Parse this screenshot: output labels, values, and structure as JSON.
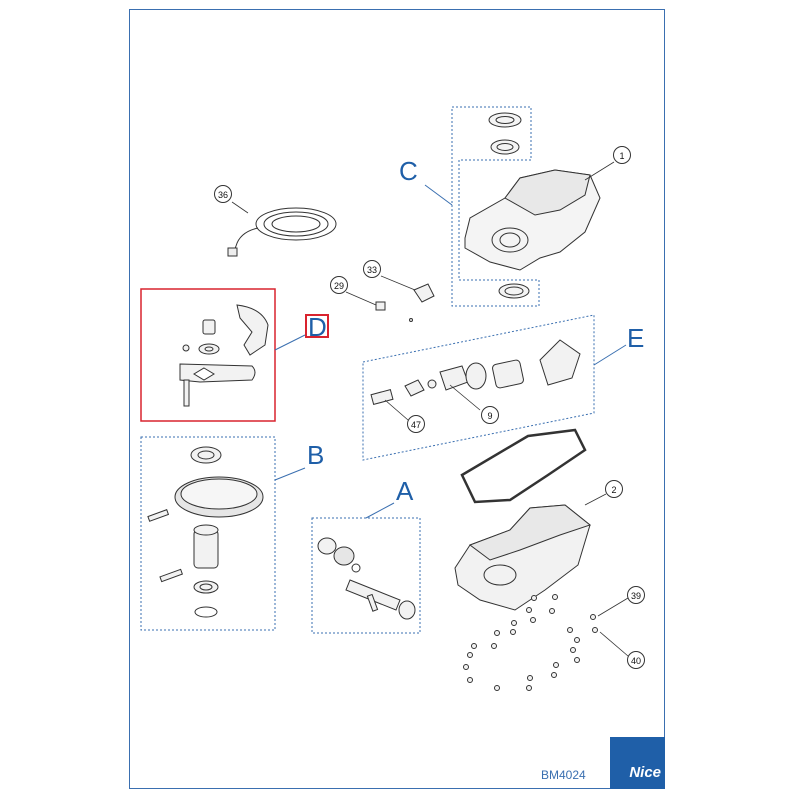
{
  "groups": {
    "A": "A",
    "B": "B",
    "C": "C",
    "D": "D",
    "E": "E"
  },
  "callouts": {
    "c1": "1",
    "c2": "2",
    "c9": "9",
    "c29": "29",
    "c33": "33",
    "c36": "36",
    "c39": "39",
    "c40": "40",
    "c47": "47"
  },
  "footer": {
    "doc_code": "BM4024",
    "brand": "Nice"
  },
  "colors": {
    "frame": "#3a6fb0",
    "group_letter": "#1f5fa8",
    "brand_box": "#1f5fa8",
    "selection_border": "#d9232e"
  }
}
